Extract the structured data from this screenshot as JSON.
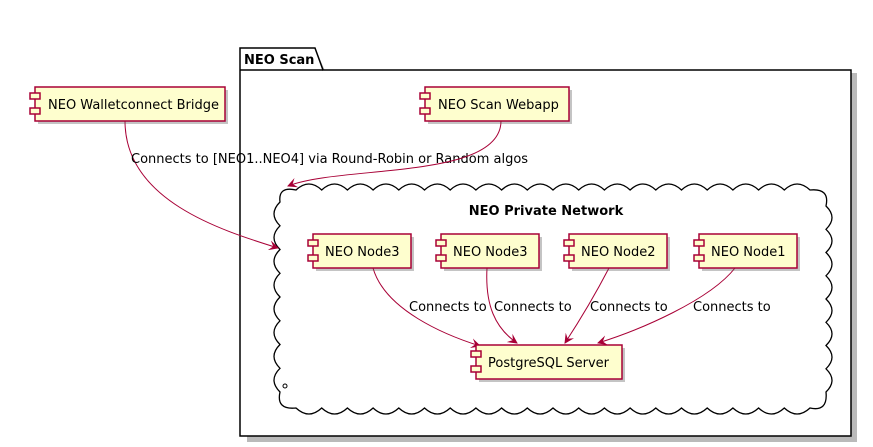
{
  "package": {
    "title": "NEO Scan"
  },
  "cloud": {
    "title": "NEO Private Network"
  },
  "components": {
    "bridge": "NEO Walletconnect Bridge",
    "webapp": "NEO Scan Webapp",
    "node3a": "NEO Node3",
    "node3b": "NEO Node3",
    "node2": "NEO Node2",
    "node1": "NEO Node1",
    "postgres": "PostgreSQL Server"
  },
  "edges": {
    "bridge_label": "Connects to [NEO1..NEO4] via Round-Robin or Random algos",
    "node3a_label": "Connects to",
    "node3b_label": "Connects to",
    "node2_label": "Connects to",
    "node1_label": "Connects to"
  },
  "colors": {
    "component_fill": "#FEFECE",
    "component_border": "#A80036",
    "arrow": "#A80036"
  }
}
